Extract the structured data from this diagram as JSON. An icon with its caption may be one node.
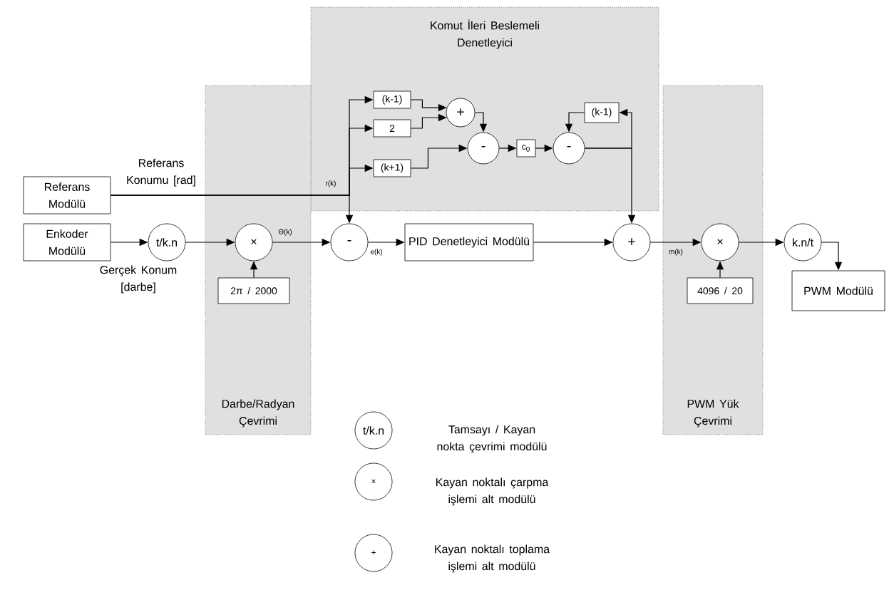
{
  "diagram": {
    "nodes": [
      {
        "text": [
          "Komut İleri Beslemeli Denetleyici"
        ]
      },
      {
        "text": [
          "Darbe/Radyan Çevrimi"
        ]
      },
      {
        "text": [
          "PWM Yük Çevrimi"
        ]
      },
      {
        "text": [
          "Referans Modülü"
        ],
        "beside": [
          "Referans Konumu [rad]"
        ]
      },
      {
        "text": [
          "Enkoder Modülü"
        ],
        "beside": [
          "Gerçek Konum [darbe]"
        ]
      },
      {
        "text": [
          "t/k.n"
        ]
      },
      {
        "text": [
          "×"
        ],
        "in": 1
      },
      {
        "text": [
          "2π / 2000"
        ],
        "in": 1
      },
      {
        "text": [
          "-"
        ]
      },
      {
        "text": [
          "PID Denetleyici Modülü"
        ]
      },
      {
        "text": [
          "(k-1)"
        ],
        "in": 0
      },
      {
        "text": [
          "2"
        ],
        "in": 0
      },
      {
        "text": [
          "(k+1)"
        ],
        "in": 0
      },
      {
        "text": [
          "+"
        ],
        "in": 0
      },
      {
        "text": [
          "-"
        ],
        "in": 0
      },
      {
        "text": [
          "c$_{0}$"
        ],
        "in": 0
      },
      {
        "text": [
          "-"
        ],
        "in": 0
      },
      {
        "text": [
          "(k-1)"
        ],
        "in": 0
      },
      {
        "text": [
          "+"
        ]
      },
      {
        "text": [
          "×"
        ],
        "in": 2
      },
      {
        "text": [
          "4096 / 20"
        ],
        "in": 2
      },
      {
        "text": [
          "k.n/t"
        ]
      },
      {
        "text": [
          "PWM Modülü"
        ]
      },
      {
        "text": [
          "t/k.n"
        ],
        "beside": [
          "Tamsayı / Kayan nokta çevrimi modülü"
        ]
      },
      {
        "text": [
          "×"
        ],
        "beside": [
          "Kayan noktalı çarpma işlemi alt modülü"
        ]
      },
      {
        "text": [
          "+"
        ],
        "beside": [
          "Kayan noktalı toplama işlemi alt modülü"
        ]
      }
    ],
    "edges": [
      {
        "from": 3,
        "to": 8,
        "arrow": "to",
        "label": "r(k)"
      },
      {
        "from": 3,
        "to": 10,
        "arrow": "to"
      },
      {
        "from": 3,
        "to": 11,
        "arrow": "to"
      },
      {
        "from": 3,
        "to": 12,
        "arrow": "to"
      },
      {
        "from": 4,
        "to": 5,
        "arrow": "to"
      },
      {
        "from": 5,
        "to": 6,
        "arrow": "to"
      },
      {
        "from": 7,
        "to": 6,
        "arrow": "to"
      },
      {
        "from": 6,
        "to": 8,
        "arrow": "to",
        "label": "Θ(k)"
      },
      {
        "from": 8,
        "to": 9,
        "arrow": "to",
        "label": "e(k)"
      },
      {
        "from": 9,
        "to": 18,
        "arrow": "to"
      },
      {
        "from": 10,
        "to": 13,
        "arrow": "to"
      },
      {
        "from": 11,
        "to": 13,
        "arrow": "to"
      },
      {
        "from": 13,
        "to": 14,
        "arrow": "to"
      },
      {
        "from": 12,
        "to": 14,
        "arrow": "to"
      },
      {
        "from": 14,
        "to": 15,
        "arrow": "to"
      },
      {
        "from": 15,
        "to": 16,
        "arrow": "to"
      },
      {
        "from": 16,
        "to": 18,
        "arrow": "to"
      },
      {
        "from": 16,
        "to": 17,
        "arrow": "to"
      },
      {
        "from": 17,
        "to": 16,
        "arrow": "to"
      },
      {
        "from": 18,
        "to": 19,
        "arrow": "to",
        "label": "m(k)"
      },
      {
        "from": 20,
        "to": 19,
        "arrow": "to"
      },
      {
        "from": 19,
        "to": 21,
        "arrow": "to"
      },
      {
        "from": 21,
        "to": 22,
        "arrow": "to"
      }
    ]
  }
}
